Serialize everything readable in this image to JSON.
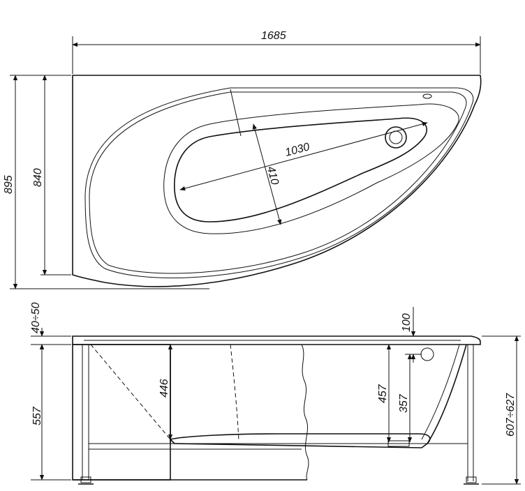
{
  "dimensions": {
    "overall_length": "1685",
    "overall_width": "895",
    "inner_width": "840",
    "bowl_length": "1030",
    "bowl_width": "410",
    "rim_height": "40÷50",
    "side_depth": "557",
    "inner_depth_left": "446",
    "inner_depth_right": "457",
    "drain_height": "357",
    "drain_offset": "100",
    "total_height": "607÷627"
  }
}
